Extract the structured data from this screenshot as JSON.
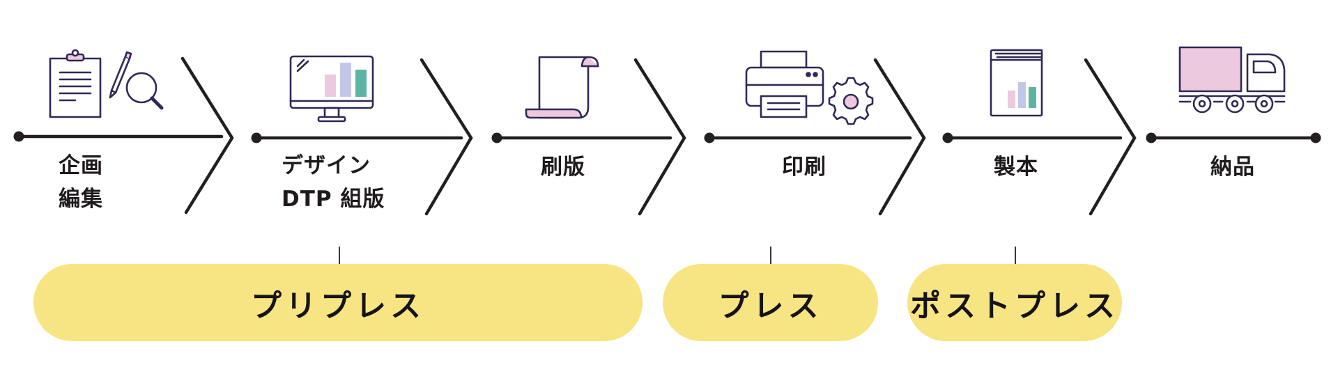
{
  "colors": {
    "line": "#231f20",
    "icon_stroke": "#2f2856",
    "pink": "#edc9df",
    "lavender": "#c2c6e8",
    "teal": "#5cb5a2",
    "phase_fill": "#f7e584"
  },
  "steps": [
    {
      "lines": [
        "企画",
        "編集"
      ],
      "icon": "clipboard-magnifier-icon"
    },
    {
      "lines": [
        "デザイン",
        "DTP 組版"
      ],
      "icon": "monitor-chart-icon"
    },
    {
      "lines": [
        "刷版"
      ],
      "icon": "scroll-plate-icon"
    },
    {
      "lines": [
        "印刷"
      ],
      "icon": "printer-gear-icon"
    },
    {
      "lines": [
        "製本"
      ],
      "icon": "book-icon"
    },
    {
      "lines": [
        "納品"
      ],
      "icon": "truck-icon"
    }
  ],
  "phases": [
    {
      "label": "プリプレス"
    },
    {
      "label": "プレス"
    },
    {
      "label": "ポストプレス"
    }
  ]
}
